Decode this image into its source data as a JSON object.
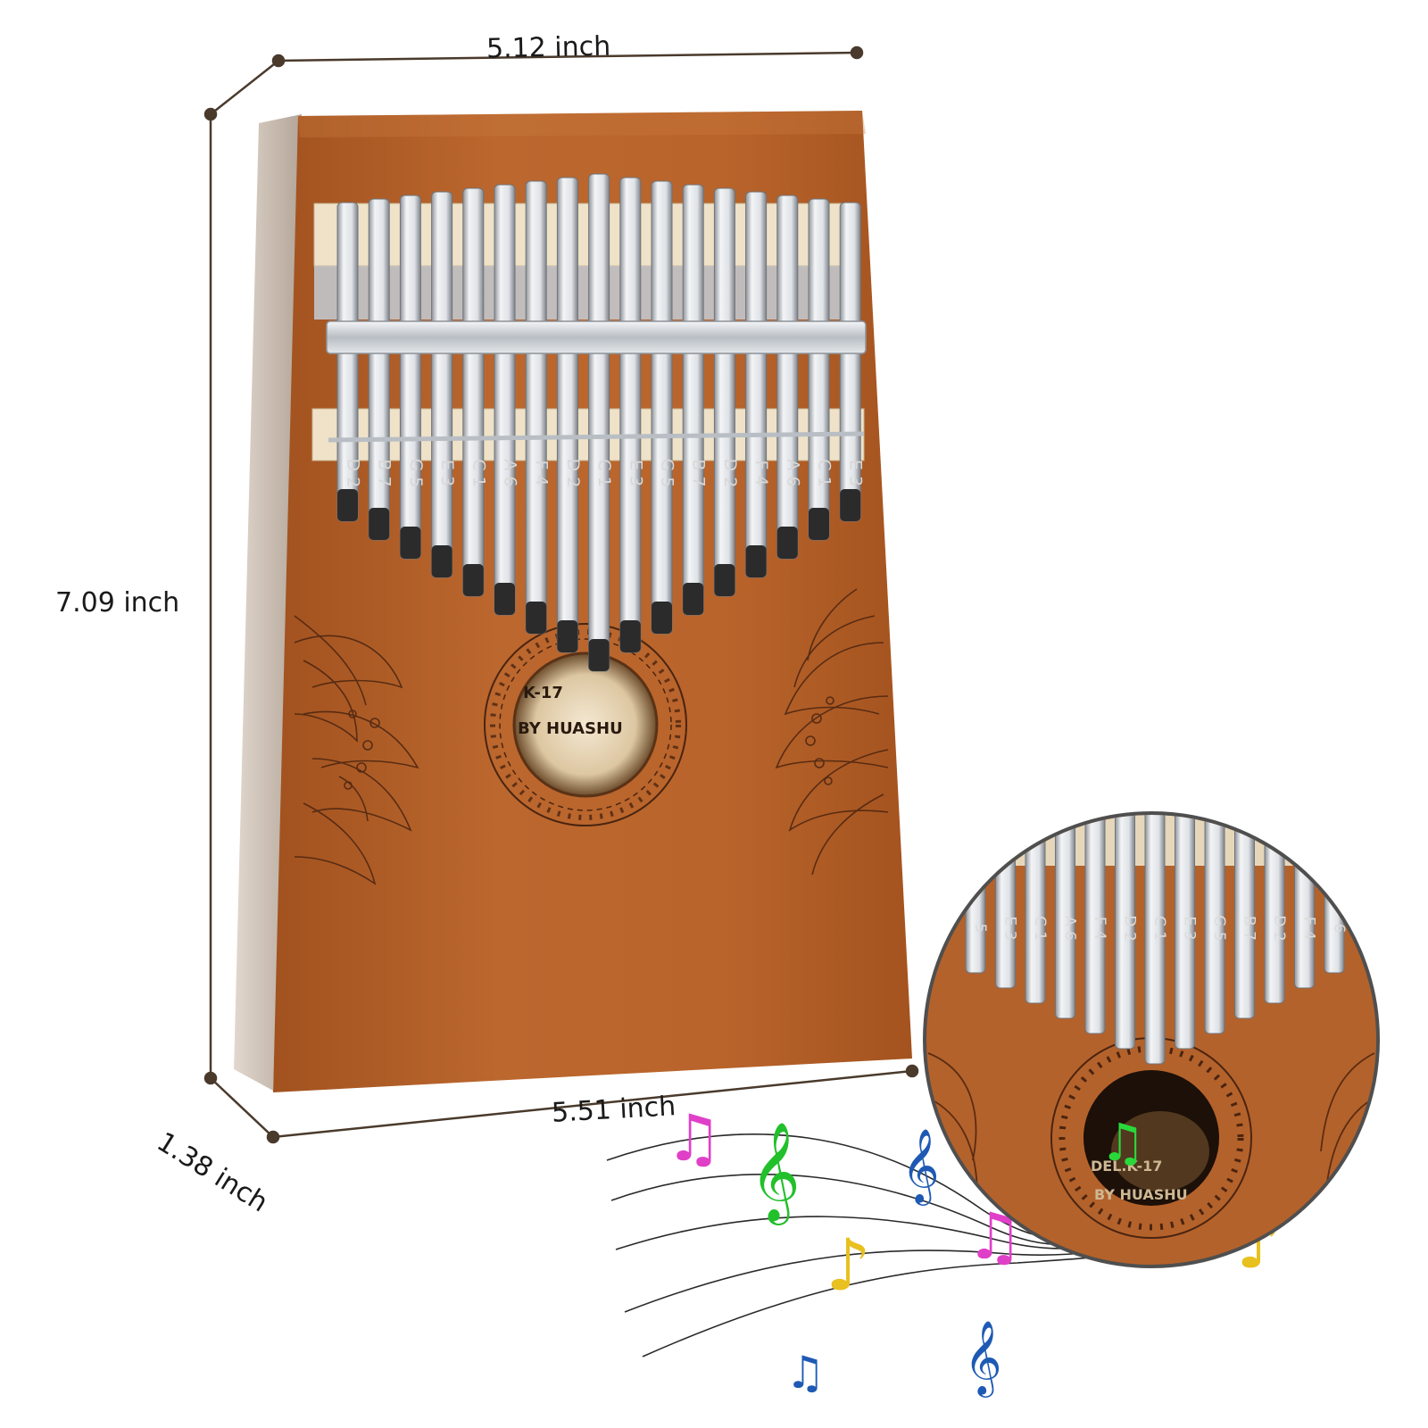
{
  "dimensions": {
    "top_width": "5.12 inch",
    "height": "7.09 inch",
    "bottom_width": "5.51 inch",
    "depth": "1.38 inch"
  },
  "kalimba": {
    "model_text": "K-17",
    "brand_text": "BY HUASHU",
    "tine_labels_main": [
      "D 2",
      "B 7",
      "G 5",
      "E 3",
      "C 1",
      "A 6",
      "F 4",
      "D 2",
      "C 1",
      "E 3",
      "G 5",
      "B 7",
      "D 2",
      "F 4",
      "A 6",
      "C 1",
      "E 3"
    ],
    "zoom_tine_labels": [
      "5",
      "E 3",
      "C 1",
      "A 6",
      "F 4",
      "D 2",
      "C 1",
      "E 3",
      "G 5",
      "B 7",
      "D 2",
      "F 4",
      "6"
    ],
    "zoom_model_text": "DEL.K-17",
    "zoom_brand_text": "BY HUASHU"
  },
  "colors": {
    "wood": "#b8642c",
    "wood_dark": "#8a4518",
    "side_panel": "#ccc0b4",
    "metal": "#d0d4d8",
    "bridge": "#efe2c8",
    "dimension_line": "#4a3a2c",
    "note_magenta": "#e040c8",
    "note_green": "#22c02a",
    "note_blue": "#1e5ab4",
    "note_yellow": "#e8c020"
  }
}
